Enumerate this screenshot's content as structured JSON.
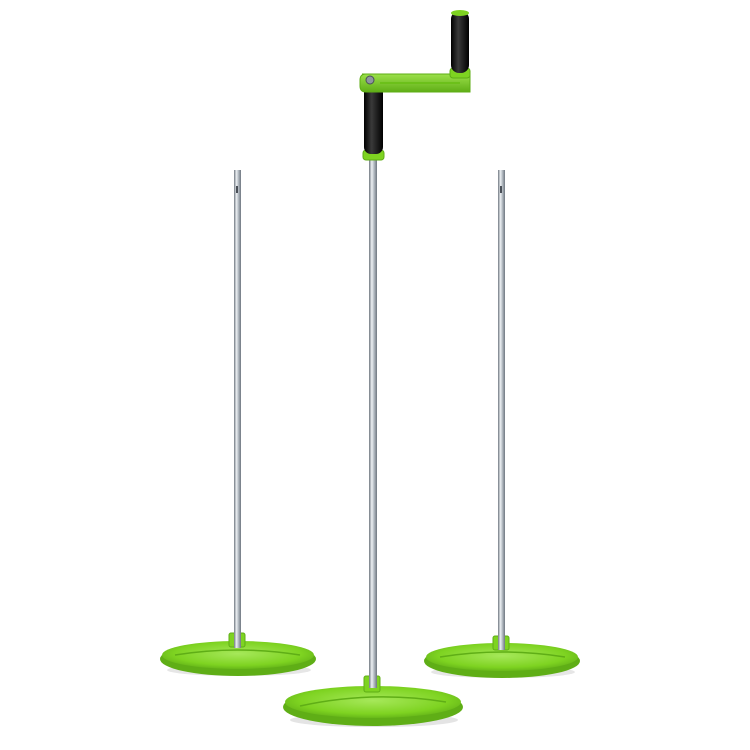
{
  "product": {
    "object_count": 3,
    "components": [
      "crank-handle",
      "pole",
      "dish-base"
    ]
  },
  "colors": {
    "background": "#ffffff",
    "accent_green": "#7ed321",
    "green_dark": "#5fae16",
    "green_light": "#a6e85a",
    "steel_light": "#eef1f4",
    "steel_mid": "#b9c0c7",
    "steel_dark": "#6f7780",
    "grip_black": "#141414",
    "shadow": "#dcdcdc"
  }
}
